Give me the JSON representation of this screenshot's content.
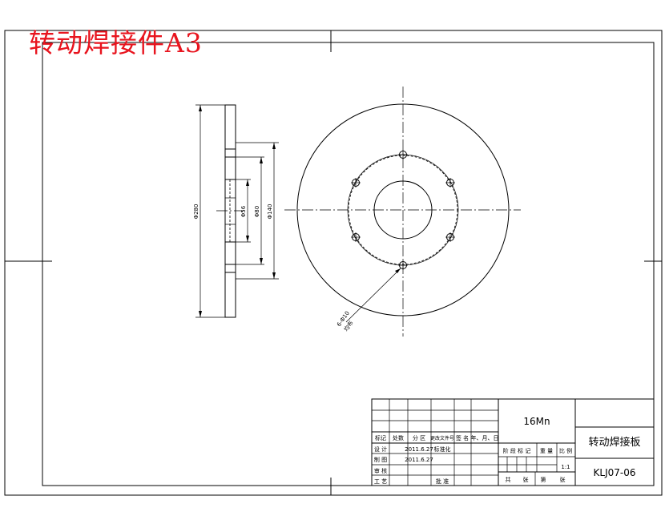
{
  "stamp": {
    "text": "转动焊接件A3"
  },
  "section_view": {
    "dimensions": {
      "outer_diameter": "Φ280",
      "bolt_circle_diameter": "Φ140",
      "bore_diameter": "Φ80",
      "inner_step_diameter": "Φ56"
    }
  },
  "front_view": {
    "hole_callout": "6-Φ10",
    "hole_callout_sub": "均布"
  },
  "title_block": {
    "material": "16Mn",
    "part_name": "转动焊接板",
    "drawing_number": "KLJ07-06",
    "scale": "1:1",
    "headers": {
      "mark": "标记",
      "count": "处数",
      "zone": "分 区",
      "change_doc": "更改文件号",
      "signature": "签 名",
      "date": "年、月、日"
    },
    "rows": {
      "design": "设 计",
      "design_date": "2011.6.27",
      "standardization": "标准化",
      "drafting": "制 图",
      "drafting_date": "2011.6.27",
      "review": "审 核",
      "process": "工 艺",
      "approve": "批 准"
    },
    "stage": {
      "stage_mark": "阶 段 标 记",
      "weight": "重 量",
      "ratio": "比 例"
    },
    "sheets": {
      "total": "共",
      "sheet_unit": "张",
      "nth": "第",
      "sheet_unit2": "张"
    }
  }
}
